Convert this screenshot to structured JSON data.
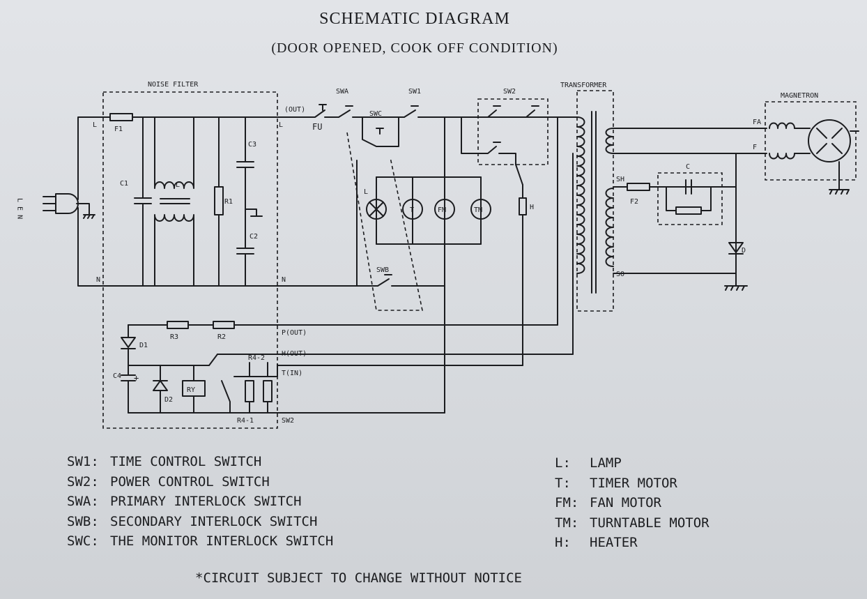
{
  "title": "SCHEMATIC DIAGRAM",
  "subtitle": "(DOOR OPENED, COOK OFF CONDITION)",
  "labels": {
    "noise_filter": "NOISE FILTER",
    "transformer": "TRANSFORMER",
    "magnetron": "MAGNETRON",
    "swa": "SWA",
    "sw1": "SW1",
    "sw2": "SW2",
    "swc": "SWC",
    "swb": "SWB",
    "fu": "FU",
    "out_top": "(OUT)",
    "l_in": "L",
    "n_in": "N",
    "l_out": "L",
    "n_out": "N",
    "len": "L E N",
    "f1": "F1",
    "c1": "C1",
    "l_choke": "L",
    "r1": "R1",
    "c3": "C3",
    "c2": "C2",
    "lamp_l": "L",
    "t": "T",
    "fm": "FM",
    "tm": "TM",
    "h": "H",
    "sh": "SH",
    "so": "SO",
    "f2": "F2",
    "c": "C",
    "d": "D",
    "fa": "FA",
    "f": "F",
    "r3": "R3",
    "r2": "R2",
    "d1": "D1",
    "c4": "C4",
    "d2": "D2",
    "ry": "RY",
    "r4_2": "R4-2",
    "r4_1": "R4-1",
    "plus": "+",
    "p_out": "P(OUT)",
    "h_out": "H(OUT)",
    "t_in": "T(IN)",
    "sw2_term": "SW2"
  },
  "legend_left": [
    {
      "key": "SW1:",
      "text": "TIME CONTROL SWITCH"
    },
    {
      "key": "SW2:",
      "text": "POWER CONTROL SWITCH"
    },
    {
      "key": "SWA:",
      "text": "PRIMARY INTERLOCK SWITCH"
    },
    {
      "key": "SWB:",
      "text": "SECONDARY INTERLOCK SWITCH"
    },
    {
      "key": "SWC:",
      "text": "THE MONITOR INTERLOCK SWITCH"
    }
  ],
  "legend_right": [
    {
      "key": "L:",
      "text": "LAMP"
    },
    {
      "key": "T:",
      "text": "TIMER MOTOR"
    },
    {
      "key": "FM:",
      "text": "FAN MOTOR"
    },
    {
      "key": "TM:",
      "text": "TURNTABLE MOTOR"
    },
    {
      "key": "H:",
      "text": "HEATER"
    }
  ],
  "footnote": "*CIRCUIT SUBJECT TO CHANGE WITHOUT NOTICE"
}
